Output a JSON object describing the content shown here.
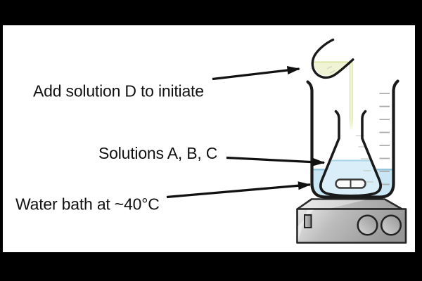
{
  "scene": {
    "background_color": "#000000",
    "canvas_color": "#ffffff"
  },
  "labels": {
    "add_solution_d": "Add solution D to initiate",
    "solutions_abc": "Solutions A, B, C",
    "water_bath": "Water bath at ~40°C"
  },
  "colors": {
    "outline": "#1a1a1a",
    "arrow": "#111111",
    "water_bath_liquid": "#c8e6f3",
    "flask_liquid": "#d9eef8",
    "solution_d_liquid": "#f0f3d4",
    "pour_stream": "#dde8a4",
    "hot_plate_gray": "#b5b5b5",
    "graduation_gray": "#adadad"
  }
}
